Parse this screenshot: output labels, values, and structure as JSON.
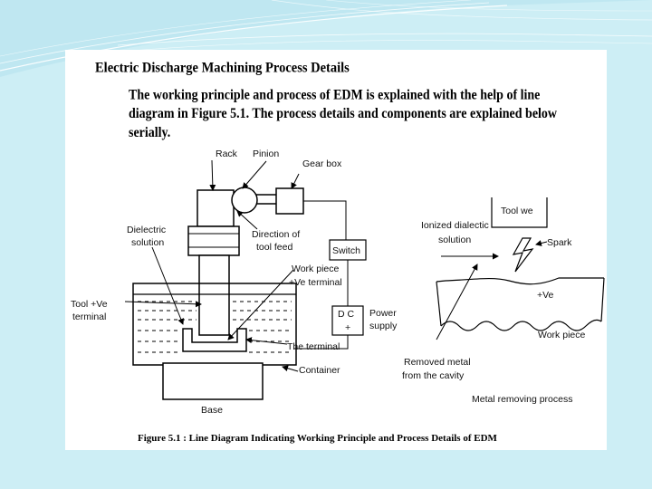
{
  "document": {
    "title": "Electric Discharge Machining Process Details",
    "paragraph_lines": [
      "The working principle and process of EDM is explained with the help of line",
      "diagram in Figure 5.1. The process details and components are explained below",
      "serially."
    ],
    "caption": "Figure 5.1 : Line Diagram Indicating Working Principle and Process Details of EDM"
  },
  "diagram": {
    "left_labels": {
      "rack": "Rack",
      "pinion": "Pinion",
      "gear_box": "Gear box",
      "dielectric_1": "Dielectric",
      "dielectric_2": "solution",
      "direction_1": "Direction of",
      "direction_2": "tool feed",
      "switch": "Switch",
      "tool_ve_1": "Tool +Ve",
      "tool_ve_2": "terminal",
      "work_piece_1": "Work piece",
      "work_piece_2": "+Ve terminal",
      "dc_1": "D C",
      "dc_2": "+",
      "power_1": "Power",
      "power_2": "supply",
      "the_terminal": "The terminal",
      "container": "Container",
      "base": "Base"
    },
    "right_labels": {
      "tool_we": "Tool we",
      "ionized_1": "Ionized dialectic",
      "ionized_2": "solution",
      "spark": "Spark",
      "plus_ve": "+Ve",
      "work_piece": "Work piece",
      "removed_1": "Removed metal",
      "removed_2": "from the cavity",
      "metal_removing": "Metal removing process"
    }
  }
}
